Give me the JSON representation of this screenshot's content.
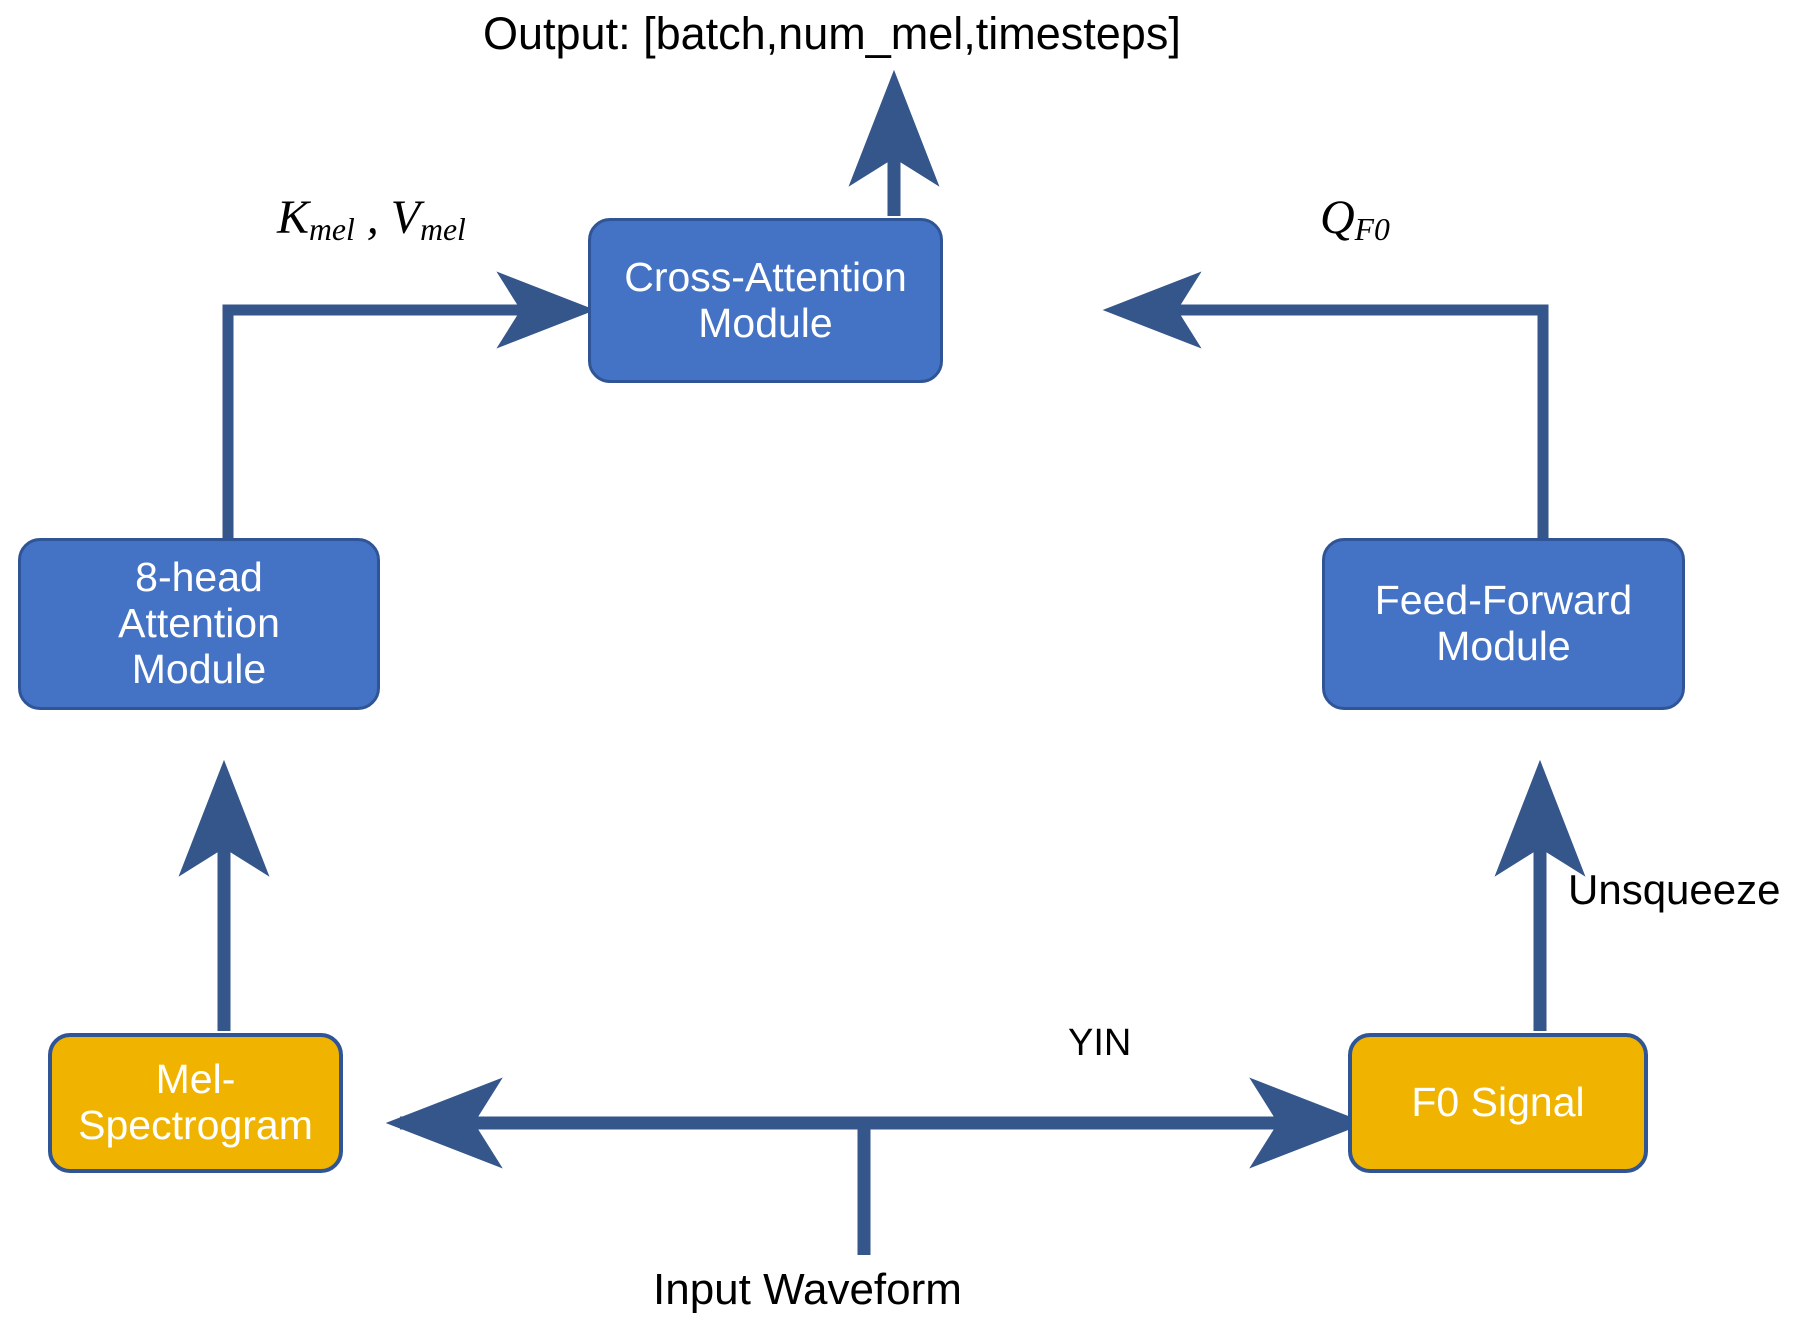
{
  "diagram": {
    "title": "Output: [batch,num_mel,timesteps]",
    "background": "#FFFFFF",
    "colors": {
      "module_fill": "#4472C4",
      "module_border": "#2F5597",
      "signal_fill": "#F0B400",
      "signal_border": "#2F5597",
      "arrow": "#34568B",
      "text_on_node": "#FFFFFF",
      "text_plain": "#000000"
    },
    "nodes": {
      "cross_attention": "Cross-Attention\nModule",
      "attention": "8-head\nAttention\nModule",
      "feed_forward": "Feed-Forward\nModule",
      "mel_spectrogram": "Mel-\nSpectrogram",
      "f0_signal": "F0 Signal"
    },
    "labels": {
      "k_v_mel_base": "K",
      "k_v_mel_sub1": "mel",
      "k_v_mel_sep": " , ",
      "k_v_mel_base2": "V",
      "k_v_mel_sub2": "mel",
      "q_f0_base": "Q",
      "q_f0_sub": "F0",
      "yin": "YIN",
      "unsqueeze": "Unsqueeze",
      "input_waveform": "Input Waveform"
    },
    "edges": [
      {
        "name": "output-arrow",
        "from": "cross-attention-module",
        "to": "output-label",
        "direction": "up"
      },
      {
        "name": "mel-to-cross-attention",
        "from": "8-head-attention-module",
        "to": "cross-attention-module",
        "label": "K_mel , V_mel"
      },
      {
        "name": "f0-to-cross-attention",
        "from": "feed-forward-module",
        "to": "cross-attention-module",
        "label": "Q_F0"
      },
      {
        "name": "mel-to-attention",
        "from": "mel-spectrogram",
        "to": "8-head-attention-module"
      },
      {
        "name": "f0-to-feed-forward",
        "from": "f0-signal",
        "to": "feed-forward-module",
        "label": "Unsqueeze"
      },
      {
        "name": "waveform-split",
        "from": "input-waveform",
        "to": "mel-spectrogram and f0-signal",
        "label": "YIN",
        "direction": "bidirectional"
      }
    ]
  }
}
